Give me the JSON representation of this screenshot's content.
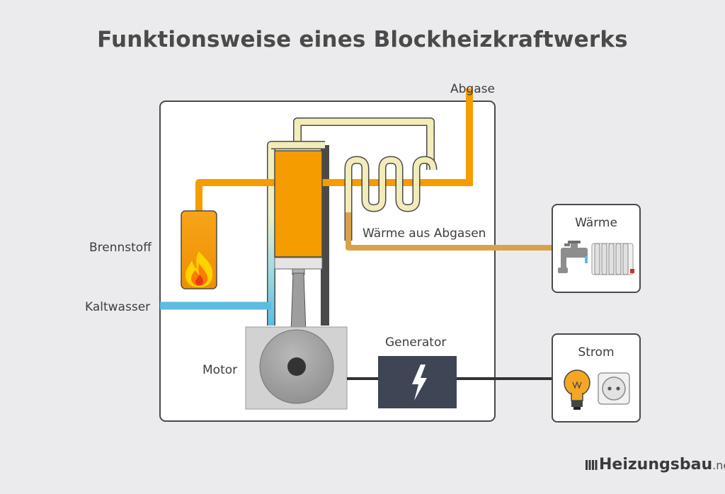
{
  "title": "Funktionsweise eines Blockheizkraftwerks",
  "labels": {
    "abgase": "Abgase",
    "brennstoff": "Brennstoff",
    "kaltwasser": "Kaltwasser",
    "motor": "Motor",
    "generator": "Generator",
    "waerme_aus_abgasen": "Wärme aus Abgasen"
  },
  "outputs": {
    "waerme": "Wärme",
    "strom": "Strom"
  },
  "brand": {
    "name": "Heizungsbau",
    "tld": ".net"
  },
  "colors": {
    "exhaust": "#f59c00",
    "heat_pipe": "#d9a24a",
    "cooling_pipe": "#f3ecb8",
    "cold_water": "#5bbde0",
    "generator": "#3e4655",
    "motor_housing": "#cfcfcf",
    "cable": "#3a3a3a"
  },
  "icons": [
    "flame-icon",
    "lightning-icon",
    "water-tap-icon",
    "radiator-icon",
    "light-bulb-icon",
    "power-socket-icon"
  ]
}
